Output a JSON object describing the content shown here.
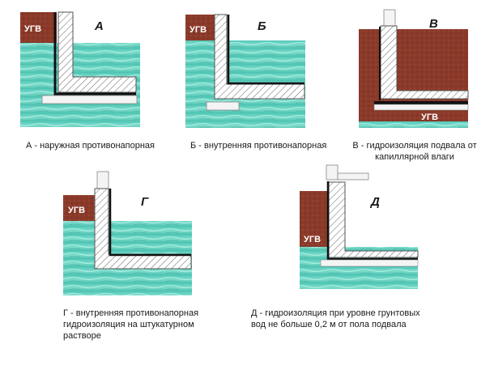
{
  "diagrams": [
    {
      "id": "a",
      "letter": "А",
      "ugv_label": "УГВ",
      "caption_lines": [
        "А - наружная противонапорная"
      ]
    },
    {
      "id": "b",
      "letter": "Б",
      "ugv_label": "УГВ",
      "caption_lines": [
        "Б - внутренняя противонапорная"
      ]
    },
    {
      "id": "v",
      "letter": "В",
      "ugv_label": "УГВ",
      "caption_lines": [
        "В - гидроизоляция подвала от",
        "капиллярной влаги"
      ]
    },
    {
      "id": "g",
      "letter": "Г",
      "ugv_label": "УГВ",
      "caption_lines": [
        "Г - внутренняя противонапорная",
        "гидроизоляция на штукатурном",
        "растворе"
      ]
    },
    {
      "id": "d",
      "letter": "Д",
      "ugv_label": "УГВ",
      "caption_lines": [
        "Д - гидроизоляция при уровне грунтовых",
        "вод не больше 0,2 м от пола подвала"
      ]
    }
  ],
  "colors": {
    "water": "#5ecfc0",
    "water_light": "#9ae8de",
    "soil": "#8b3a2a",
    "hatch": "#555555",
    "membrane": "#111111",
    "text": "#1a1a1a"
  }
}
